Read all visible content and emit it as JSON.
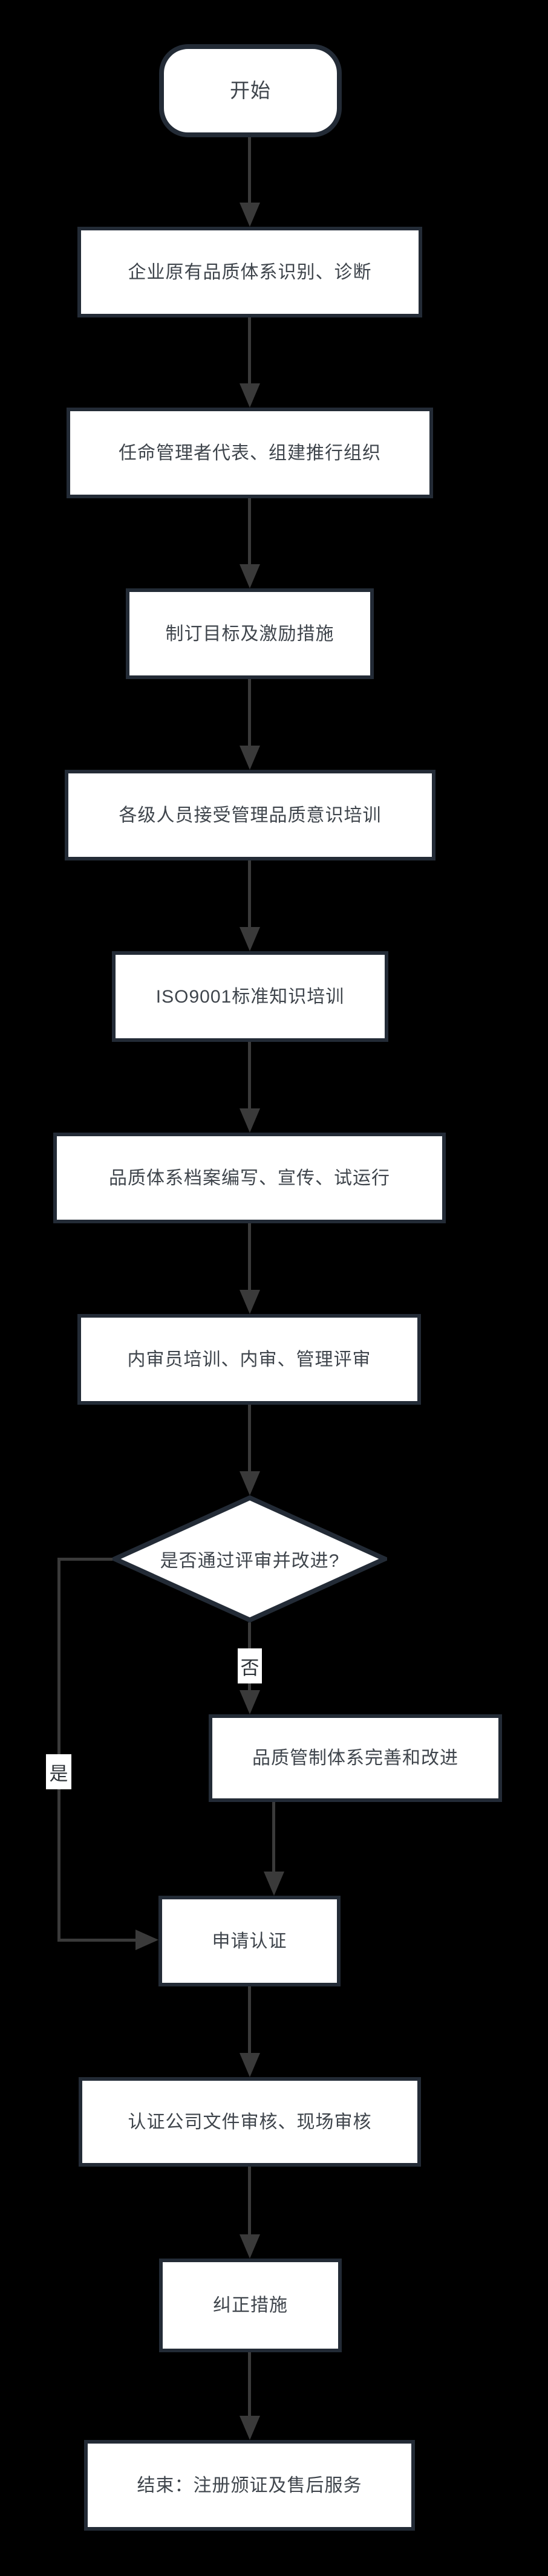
{
  "flowchart": {
    "nodes": {
      "start": {
        "label": "开始",
        "type": "terminator"
      },
      "n1": {
        "label": "企业原有品质体系识别、诊断",
        "type": "process"
      },
      "n2": {
        "label": "任命管理者代表、组建推行组织",
        "type": "process"
      },
      "n3": {
        "label": "制订目标及激励措施",
        "type": "process"
      },
      "n4": {
        "label": "各级人员接受管理品质意识培训",
        "type": "process"
      },
      "n5": {
        "label": "ISO9001标准知识培训",
        "type": "process"
      },
      "n6": {
        "label": "品质体系档案编写、宣传、试运行",
        "type": "process"
      },
      "n7": {
        "label": "内审员培训、内审、管理评审",
        "type": "process"
      },
      "decision": {
        "label": "是否通过评审并改进?",
        "type": "decision"
      },
      "n8": {
        "label": "品质管制体系完善和改进",
        "type": "process"
      },
      "n9": {
        "label": "申请认证",
        "type": "process"
      },
      "n10": {
        "label": "认证公司文件审核、现场审核",
        "type": "process"
      },
      "n11": {
        "label": "纠正措施",
        "type": "process"
      },
      "end": {
        "label": "结束：注册颁证及售后服务",
        "type": "terminator-rect"
      }
    },
    "edges": {
      "no_label": "否",
      "yes_label": "是"
    },
    "colors": {
      "background": "#000000",
      "node_fill": "#ffffff",
      "node_border": "#232b36",
      "node_text": "#3f454c",
      "connector": "#3a3a3a"
    }
  }
}
